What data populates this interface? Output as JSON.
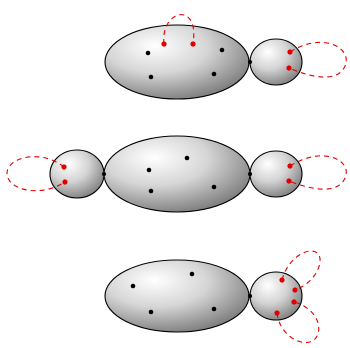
{
  "diagram": {
    "colors": {
      "body_stroke": "#000000",
      "marked_point": "#e00000",
      "plain_point": "#000000",
      "loop": "#e00000",
      "shade_light": "#ffffff",
      "shade_dark": "#6e6e6e"
    },
    "configurations": [
      {
        "label": "",
        "large_bodies": 1,
        "small_bodies": 1,
        "marked_points_large": 2,
        "plain_points_large": 4,
        "marked_points_small": 2,
        "dashed_loops": 2
      },
      {
        "label": "",
        "large_bodies": 1,
        "small_bodies": 2,
        "marked_points_large": 0,
        "plain_points_large": 4,
        "marked_points_small": 4,
        "dashed_loops": 2
      },
      {
        "label": "",
        "large_bodies": 1,
        "small_bodies": 1,
        "marked_points_large": 0,
        "plain_points_large": 4,
        "marked_points_small": 4,
        "dashed_loops": 2
      }
    ]
  }
}
